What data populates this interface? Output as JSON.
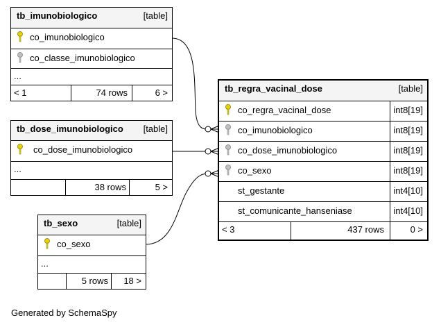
{
  "tables": {
    "imunobiologico": {
      "name": "tb_imunobiologico",
      "type_label": "[table]",
      "columns": [
        "co_imunobiologico",
        "co_classe_imunobiologico"
      ],
      "ellipsis": "...",
      "footer": {
        "left": "< 1",
        "rows": "74 rows",
        "right": "6 >"
      }
    },
    "dose_imunobiologico": {
      "name": "tb_dose_imunobiologico",
      "type_label": "[table]",
      "columns": [
        "co_dose_imunobiologico"
      ],
      "ellipsis": "...",
      "footer": {
        "left": "",
        "rows": "38 rows",
        "right": "5 >"
      }
    },
    "sexo": {
      "name": "tb_sexo",
      "type_label": "[table]",
      "columns": [
        "co_sexo"
      ],
      "ellipsis": "...",
      "footer": {
        "left": "",
        "rows": "5 rows",
        "right": "18 >"
      }
    },
    "regra_vacinal_dose": {
      "name": "tb_regra_vacinal_dose",
      "type_label": "[table]",
      "columns": [
        {
          "name": "co_regra_vacinal_dose",
          "type": "int8[19]"
        },
        {
          "name": "co_imunobiologico",
          "type": "int8[19]"
        },
        {
          "name": "co_dose_imunobiologico",
          "type": "int8[19]"
        },
        {
          "name": "co_sexo",
          "type": "int8[19]"
        },
        {
          "name": "st_gestante",
          "type": "int4[10]"
        },
        {
          "name": "st_comunicante_hanseniase",
          "type": "int4[10]"
        }
      ],
      "footer": {
        "left": "< 3",
        "rows": "437 rows",
        "right": "0 >"
      }
    }
  },
  "icons": {
    "primary_key": "primary-key-icon",
    "foreign_key": "foreign-key-icon"
  },
  "colors": {
    "primary_key": "#e8d200",
    "foreign_key": "#b0b0b0",
    "header_bg": "#f4f4f4"
  },
  "generated_by": "Generated by SchemaSpy"
}
